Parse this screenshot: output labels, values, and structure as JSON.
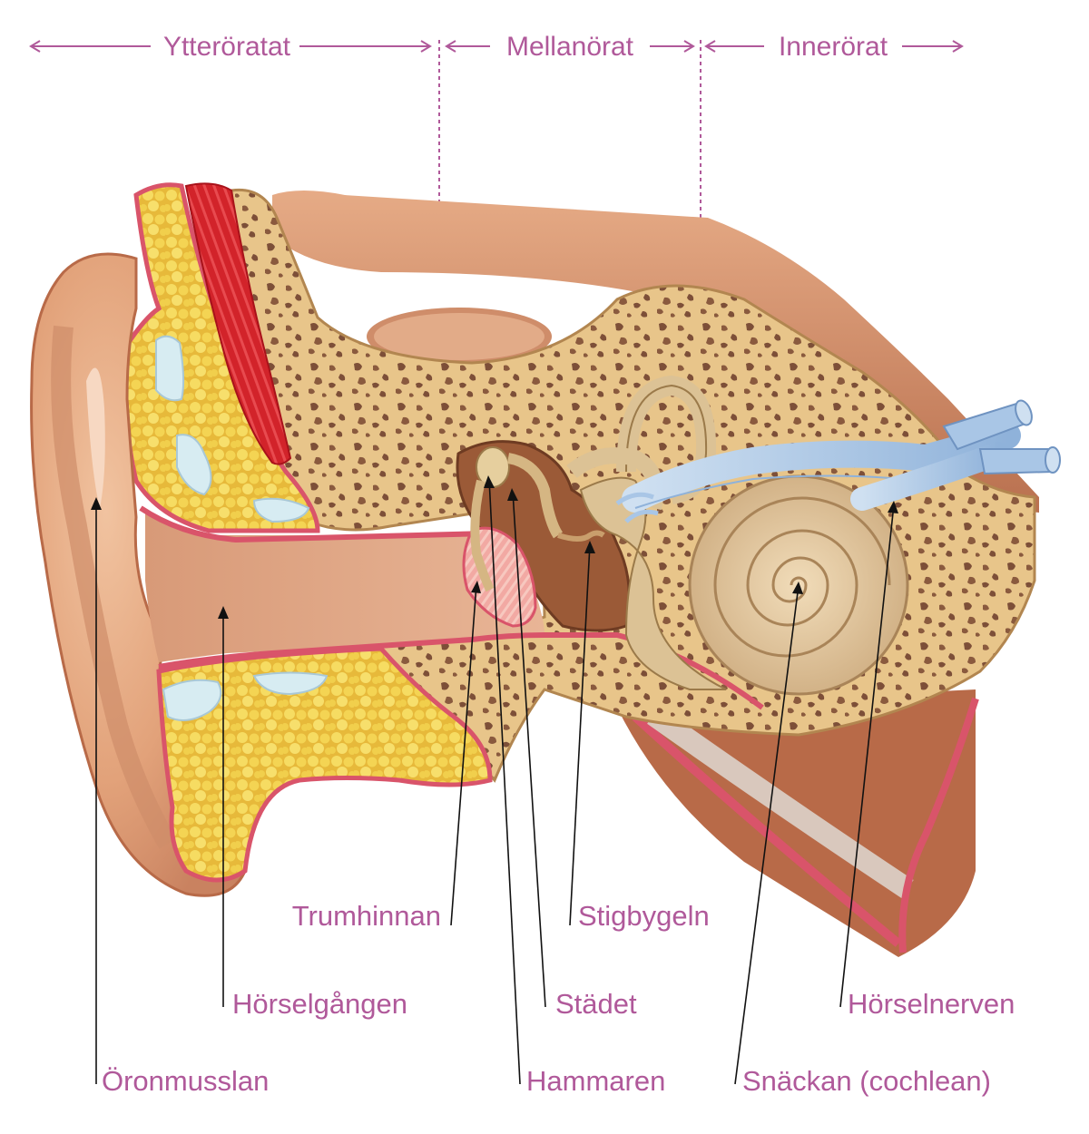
{
  "regions": {
    "outer": "Ytteröratat",
    "middle": "Mellanörat",
    "inner": "Innerörat"
  },
  "labels": {
    "tympanic": "Trumhinnan",
    "stapes": "Stigbygeln",
    "canal": "Hörselgången",
    "incus": "Städet",
    "nerve": "Hörselnerven",
    "pinna": "Öronmusslan",
    "malleus": "Hammaren",
    "cochlea": "Snäckan (cochlean)"
  },
  "colors": {
    "label": "#b0599a",
    "bone": "#e8c58a",
    "bone_pore": "#8a5a3e",
    "skin": "#e2a27a",
    "flesh_dark": "#b9704f",
    "fat": "#f2d14a",
    "cartilage": "#d7ecf2",
    "muscle": "#d2232a",
    "lining": "#d9546a",
    "nerve": "#a9c6e6"
  }
}
